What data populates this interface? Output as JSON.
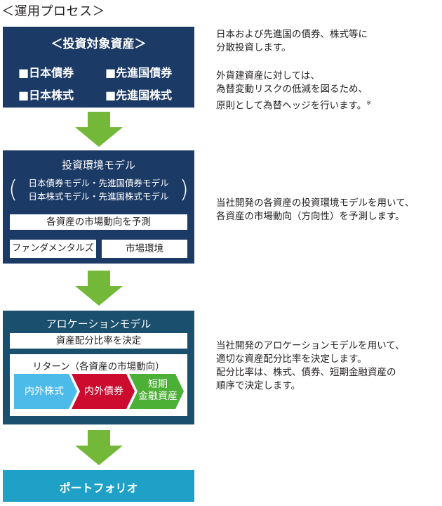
{
  "heading": "＜運用プロセス＞",
  "box1": {
    "title": "＜投資対象資産＞",
    "cells": [
      "■日本債券",
      "■先進国債券",
      "■日本株式",
      "■先進国株式"
    ]
  },
  "box2": {
    "title": "投資環境モデル",
    "sub_lines": [
      "日本債券モデル・先進国債券モデル",
      "日本株式モデル・先進国株式モデル"
    ],
    "forecast": "各資産の市場動向を予測",
    "left_btn": "ファンダメンタルズ",
    "right_btn": "市場環境"
  },
  "box3": {
    "title": "アロケーションモデル",
    "decision": "資産配分比率を決定",
    "return_title": "リターン（各資産の市場動向）",
    "chevrons": [
      {
        "label": "内外株式",
        "color": "#4dbbea"
      },
      {
        "label": "内外債券",
        "color": "#cc0b2f"
      },
      {
        "label": "短期\n金融資産",
        "color": "#4caf36"
      }
    ]
  },
  "box4": {
    "title": "ポートフォリオ"
  },
  "descriptions": {
    "d1": [
      "日本および先進国の債券、株式等に",
      "分散投資します。"
    ],
    "d2": [
      "外貨建資産に対しては、",
      "為替変動リスクの低減を図るため、",
      "原則として為替ヘッジを行います。"
    ],
    "d2_mark": "※",
    "d3": [
      "当社開発の各資産の投資環境モデルを用いて、",
      "各資産の市場動向（方向性）を予測します。"
    ],
    "d4": [
      "当社開発のアロケーションモデルを用いて、",
      "適切な資産配分比率を決定します。",
      "配分比率は、株式、債券、短期金融資産の",
      "順序で決定します。"
    ]
  },
  "colors": {
    "navy": "#1c3a66",
    "teal": "#1a4f6e",
    "arrow_green": "#74b83a",
    "portfolio_blue": "#1fa0c6"
  }
}
